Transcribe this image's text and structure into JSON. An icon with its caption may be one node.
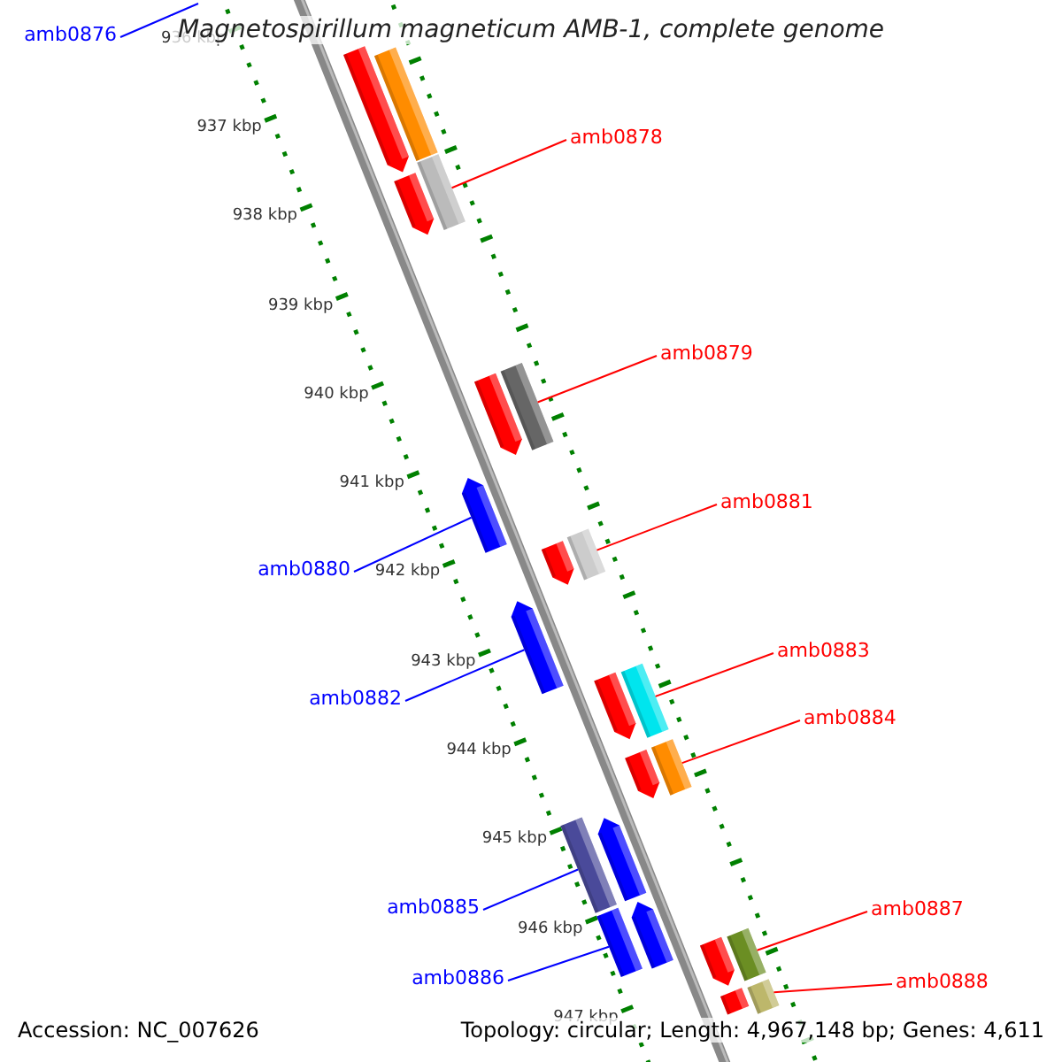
{
  "diagram": {
    "title": "Magnetospirillum magneticum AMB-1, complete genome",
    "nodes": [
      {
        "text": [
          "amb0876"
        ]
      },
      {
        "text": [
          "amb0878"
        ]
      },
      {
        "text": [
          "amb0879"
        ]
      },
      {
        "text": [
          "amb0881"
        ]
      },
      {
        "text": [
          "amb0880"
        ]
      },
      {
        "text": [
          "amb0882"
        ]
      },
      {
        "text": [
          "amb0883"
        ]
      },
      {
        "text": [
          "amb0884"
        ]
      },
      {
        "text": [
          "amb0885"
        ]
      },
      {
        "text": [
          "amb0887"
        ]
      },
      {
        "text": [
          "amb0886"
        ]
      },
      {
        "text": [
          "amb0888"
        ]
      },
      {
        "text": [],
        "shape": "bar"
      },
      {
        "text": [],
        "shape": "bar"
      },
      {
        "text": [],
        "shape": "bar"
      },
      {
        "text": [],
        "shape": "bar"
      },
      {
        "text": [],
        "shape": "bar"
      },
      {
        "text": [],
        "shape": "bar"
      },
      {
        "text": [],
        "shape": "bar"
      },
      {
        "text": [],
        "shape": "bar"
      },
      {
        "text": [],
        "shape": "bar"
      },
      {
        "text": [],
        "shape": "bar"
      },
      {
        "text": [],
        "shape": "bar"
      },
      {
        "text": [],
        "shape": "bar"
      },
      {
        "text": [],
        "shape": "bar"
      },
      {
        "text": [],
        "shape": "bar"
      },
      {
        "text": [],
        "shape": "bar"
      },
      {
        "text": [],
        "shape": "bar"
      },
      {
        "text": [],
        "shape": "bar"
      },
      {
        "text": [],
        "shape": "bar"
      },
      {
        "text": [],
        "shape": "bar"
      },
      {
        "text": [],
        "shape": "bar"
      },
      {
        "text": [],
        "shape": "bar"
      },
      {
        "text": [],
        "shape": "bar"
      }
    ],
    "edges": [
      {
        "from": 0,
        "to": null,
        "arrow": "none",
        "color": "#0000ff"
      },
      {
        "from": 1,
        "to": 14,
        "arrow": "none"
      },
      {
        "from": 2,
        "to": 17,
        "arrow": "none"
      },
      {
        "from": 3,
        "to": 19,
        "arrow": "none"
      },
      {
        "from": 4,
        "to": 18,
        "arrow": "none",
        "color": "#0000ff"
      },
      {
        "from": 5,
        "to": 21,
        "arrow": "none",
        "color": "#0000ff"
      },
      {
        "from": 6,
        "to": 23,
        "arrow": "none"
      },
      {
        "from": 7,
        "to": 25,
        "arrow": "none"
      },
      {
        "from": 8,
        "to": 26,
        "arrow": "none",
        "color": "#0000ff"
      },
      {
        "from": 9,
        "to": 31,
        "arrow": "none"
      },
      {
        "from": 10,
        "to": 28,
        "arrow": "none",
        "color": "#0000ff"
      },
      {
        "from": 11,
        "to": 33,
        "arrow": "none"
      }
    ],
    "labels": [
      "936 kbp",
      "937 kbp",
      "938 kbp",
      "939 kbp",
      "940 kbp",
      "941 kbp",
      "942 kbp",
      "943 kbp",
      "944 kbp",
      "945 kbp",
      "946 kbp",
      "947 kbp",
      "Accession: NC_007626",
      "Topology: circular; Length: 4,967,148 bp; Genes: 4,611"
    ]
  }
}
